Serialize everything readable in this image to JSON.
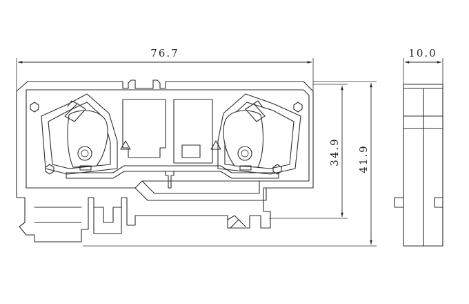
{
  "dimensions": {
    "total_width": "76.7",
    "inner_height": "34.9",
    "total_height": "41.9",
    "side_width": "10.0"
  }
}
